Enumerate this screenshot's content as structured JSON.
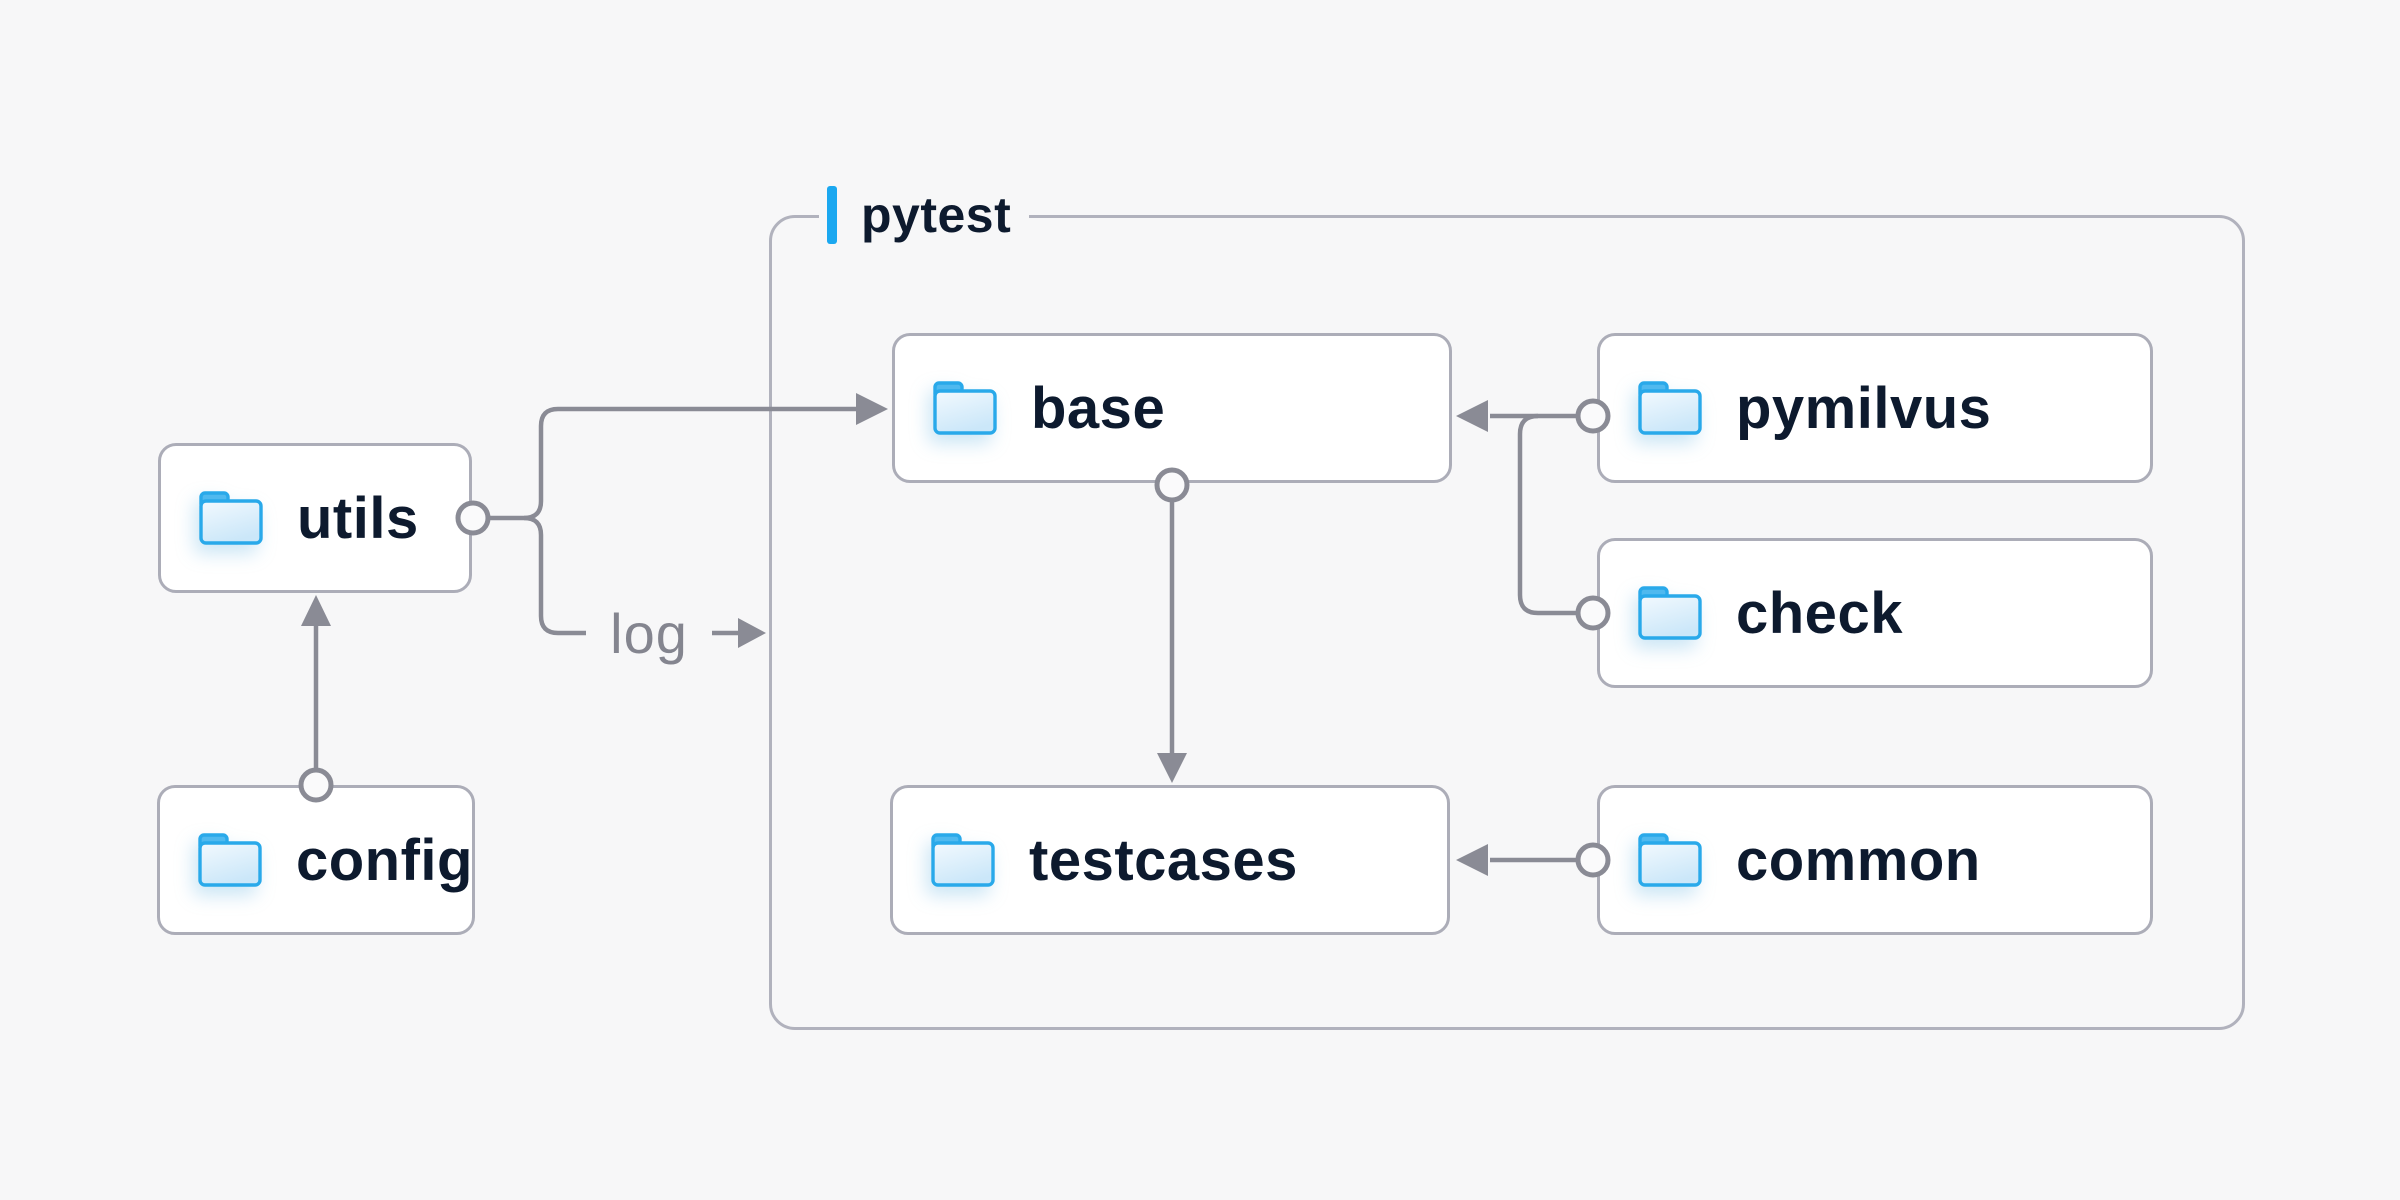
{
  "diagram": {
    "container": {
      "label": "pytest"
    },
    "nodes": [
      {
        "id": "utils",
        "label": "utils",
        "icon": "folder-icon"
      },
      {
        "id": "config",
        "label": "config",
        "icon": "folder-icon"
      },
      {
        "id": "base",
        "label": "base",
        "icon": "folder-icon",
        "group": "pytest"
      },
      {
        "id": "testcases",
        "label": "testcases",
        "icon": "folder-icon",
        "group": "pytest"
      },
      {
        "id": "pymilvus",
        "label": "pymilvus",
        "icon": "folder-icon",
        "group": "pytest"
      },
      {
        "id": "check",
        "label": "check",
        "icon": "folder-icon",
        "group": "pytest"
      },
      {
        "id": "common",
        "label": "common",
        "icon": "folder-icon",
        "group": "pytest"
      }
    ],
    "edges": [
      {
        "from": "config",
        "to": "utils",
        "label": ""
      },
      {
        "from": "utils",
        "to": "base",
        "label": ""
      },
      {
        "from": "utils",
        "to": "log",
        "label": "log"
      },
      {
        "from": "base",
        "to": "testcases",
        "label": ""
      },
      {
        "from": "pymilvus",
        "to": "base",
        "label": ""
      },
      {
        "from": "check",
        "to": "base",
        "label": ""
      },
      {
        "from": "common",
        "to": "testcases",
        "label": ""
      }
    ],
    "colors": {
      "background": "#F7F7F8",
      "node_fill": "#FFFFFF",
      "node_border": "#ACADB8",
      "container_border": "#B1B2BD",
      "connector": "#8A8B95",
      "label_text": "#0D1A2E",
      "edge_label_text": "#84858F",
      "accent": "#1BA8F0",
      "folder_blue": "#29A9EA"
    }
  }
}
